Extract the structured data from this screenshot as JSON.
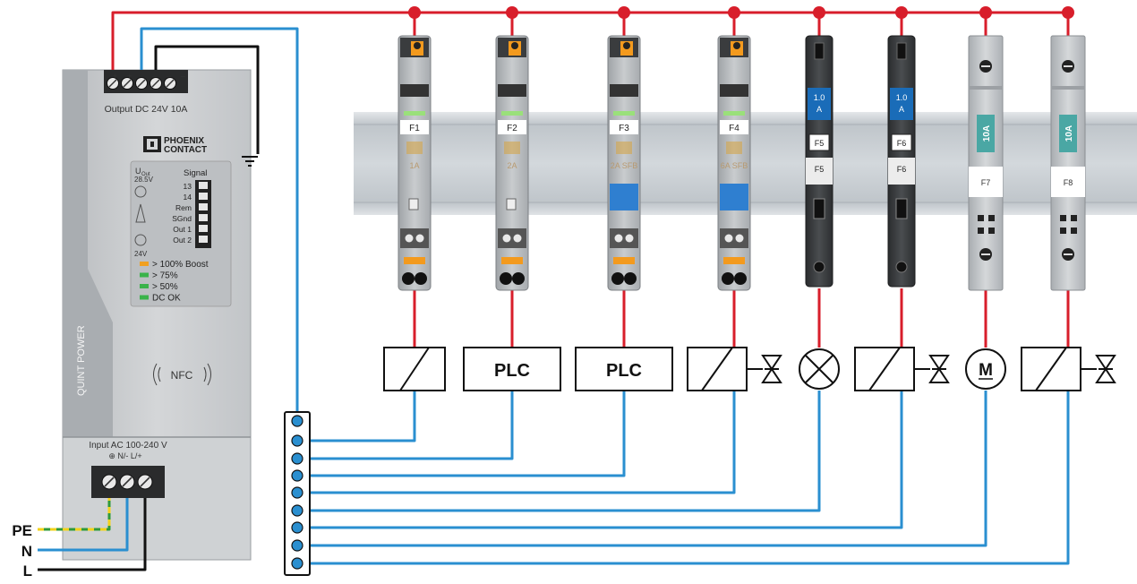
{
  "psu": {
    "output_label": "Output DC 24V 10A",
    "terminal_polarity": [
      "+",
      "+",
      "–",
      "–",
      "–"
    ],
    "brand_line1": "PHOENIX",
    "brand_line2": "CONTACT",
    "uout_label": "U",
    "uout_sub": "Out",
    "uout_value": "28.5V",
    "signal_label": "Signal",
    "signal_pins": [
      "13",
      "14",
      "Rem",
      "SGnd",
      "Out 1",
      "Out 2"
    ],
    "voltage_24": "24V",
    "status_leds": [
      {
        "label": "> 100% Boost",
        "color": "#f0a020"
      },
      {
        "label": "> 75%",
        "color": "#3ab34a"
      },
      {
        "label": "> 50%",
        "color": "#3ab34a"
      },
      {
        "label": "DC OK",
        "color": "#3ab34a"
      }
    ],
    "nfc_label": "NFC",
    "product_name": "QUINT POWER",
    "input_label": "Input AC 100-240 V",
    "input_terminals": "⊕ N/- L/+"
  },
  "supply_lines": [
    "PE",
    "N",
    "L"
  ],
  "breakers": [
    {
      "tag": "F1",
      "rating": "1A",
      "type": "electronic"
    },
    {
      "tag": "F2",
      "rating": "2A",
      "type": "electronic"
    },
    {
      "tag": "F3",
      "rating": "2A SFB",
      "type": "electronic-sfb"
    },
    {
      "tag": "F4",
      "rating": "6A SFB",
      "type": "electronic-sfb"
    },
    {
      "tag": "F5",
      "rating": "1.0 A",
      "type": "fuse"
    },
    {
      "tag": "F6",
      "rating": "1.0 A",
      "type": "fuse"
    },
    {
      "tag": "F7",
      "rating": "10A",
      "type": "fuse-holder"
    },
    {
      "tag": "F8",
      "rating": "10A",
      "type": "fuse-holder"
    }
  ],
  "loads": [
    {
      "type": "relay",
      "text": ""
    },
    {
      "type": "plc",
      "text": "PLC"
    },
    {
      "type": "plc",
      "text": "PLC"
    },
    {
      "type": "valve",
      "text": ""
    },
    {
      "type": "lamp",
      "text": ""
    },
    {
      "type": "valve",
      "text": ""
    },
    {
      "type": "motor",
      "text": "M"
    },
    {
      "type": "valve",
      "text": ""
    }
  ],
  "colors": {
    "positive_wire": "#d81e2b",
    "negative_wire": "#2a8fd0",
    "pe_wire_green": "#2f9a3a",
    "pe_wire_yellow": "#f2d21a",
    "psu_body": "#c8cacc",
    "din_rail": "#c9ced3",
    "module_orange": "#f39a1e",
    "fuse_blue": "#1a6cb8",
    "fuse_teal": "#4aa7a4"
  }
}
